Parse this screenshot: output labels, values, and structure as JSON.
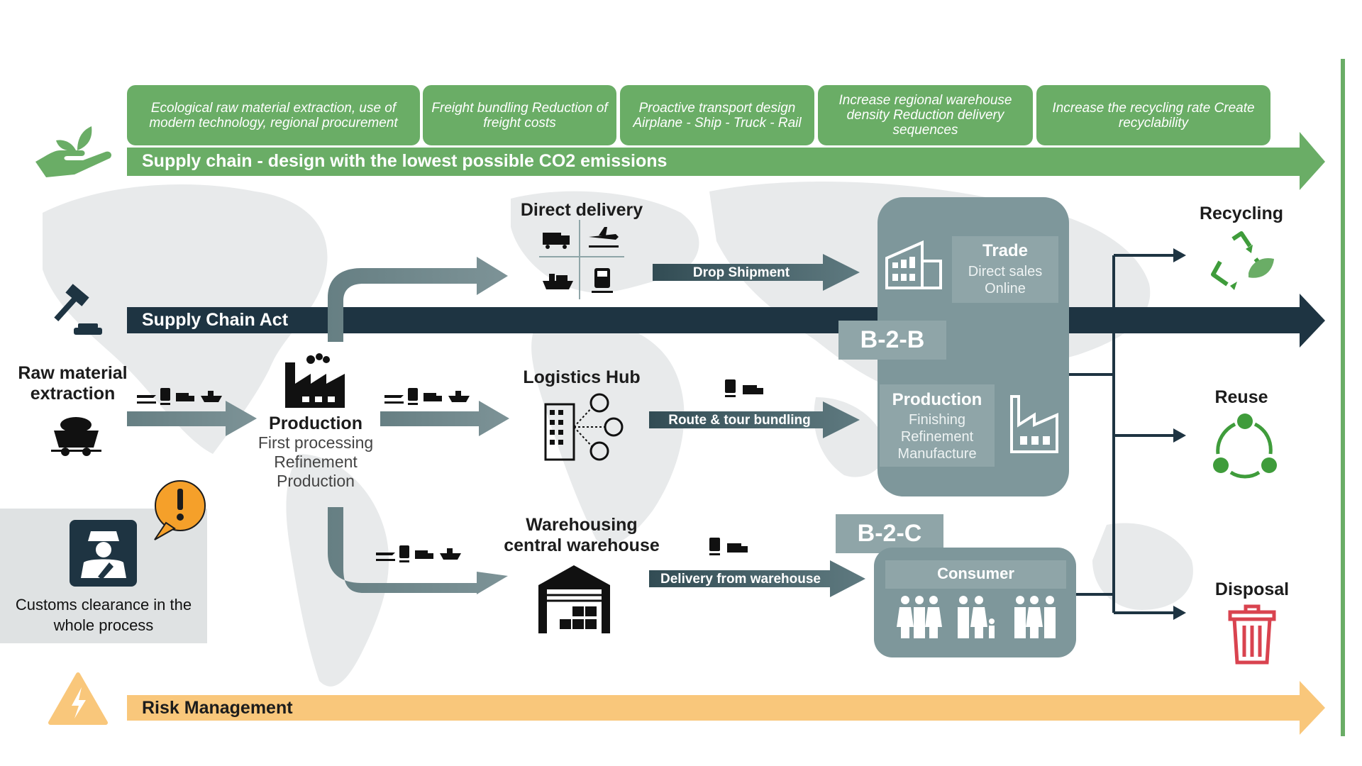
{
  "top_band": {
    "boxes": [
      {
        "text": "Ecological raw material extraction, use of modern technology, regional procurement"
      },
      {
        "text": "Freight bundling Reduction of freight costs"
      },
      {
        "text": "Proactive transport design Airplane - Ship - Truck - Rail"
      },
      {
        "text": "Increase regional warehouse density Reduction delivery sequences"
      },
      {
        "text": "Increase the recycling rate Create recyclability"
      }
    ],
    "arrow_label": "Supply chain - design with the lowest possible CO2 emissions",
    "icon": "plant-in-hand-icon",
    "color": "#6aad66"
  },
  "supply_chain_act": {
    "label": "Supply Chain Act",
    "icon": "gavel-icon",
    "color": "#1e3442"
  },
  "risk": {
    "label": "Risk Management",
    "icon": "warning-bolt-icon",
    "color": "#f9c77b"
  },
  "raw_material": {
    "label": "Raw material extraction",
    "icon": "mining-cart-icon"
  },
  "production": {
    "title": "Production",
    "lines": [
      "First processing",
      "Refinement",
      "Production"
    ],
    "icon": "factory-icon"
  },
  "direct_delivery": {
    "label": "Direct delivery",
    "arrow_label": "Drop Shipment"
  },
  "logistics_hub": {
    "label": "Logistics Hub",
    "arrow_label": "Route & tour bundling",
    "icon": "hub-building-icon"
  },
  "warehouse": {
    "label": "Warehousing central warehouse",
    "arrow_label": "Delivery from warehouse",
    "icon": "warehouse-icon"
  },
  "b2b": {
    "badge": "B-2-B",
    "trade": {
      "title": "Trade",
      "lines": [
        "Direct sales",
        "Online"
      ]
    },
    "production": {
      "title": "Production",
      "lines": [
        "Finishing",
        "Refinement",
        "Manufacture"
      ]
    }
  },
  "b2c": {
    "badge": "B-2-C",
    "consumer": {
      "title": "Consumer"
    }
  },
  "outcomes": {
    "recycling": "Recycling",
    "reuse": "Reuse",
    "disposal": "Disposal"
  },
  "customs": {
    "text": "Customs clearance in the whole process",
    "icon": "customs-officer-icon"
  },
  "colors": {
    "panel": "#7e979b",
    "arrow_gray": "#667f83",
    "dark_arrow": "#3e5960"
  }
}
